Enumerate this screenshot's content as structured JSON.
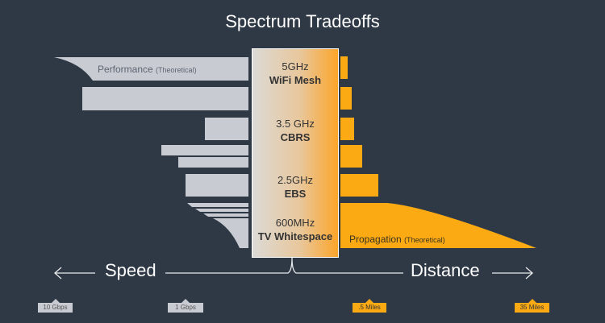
{
  "title": "Spectrum Tradeoffs",
  "performance_label": "Performance",
  "performance_note": "(Theoretical)",
  "propagation_label": "Propagation",
  "propagation_note": "(Theoretical)",
  "bands": [
    {
      "freq": "5GHz",
      "name": "WiFi Mesh"
    },
    {
      "freq": "3.5 GHz",
      "name": "CBRS"
    },
    {
      "freq": "2.5GHz",
      "name": "EBS"
    },
    {
      "freq": "600MHz",
      "name": "TV Whitespace"
    }
  ],
  "axis": {
    "left": "Speed",
    "right": "Distance"
  },
  "markers": {
    "speed": [
      "10 Gbps",
      "1 Gbps"
    ],
    "distance": [
      ".5 Miles",
      "35 Miles"
    ]
  },
  "colors": {
    "background": "#2f3945",
    "speed": "#c8ccd2",
    "distance": "#fcaa14"
  }
}
